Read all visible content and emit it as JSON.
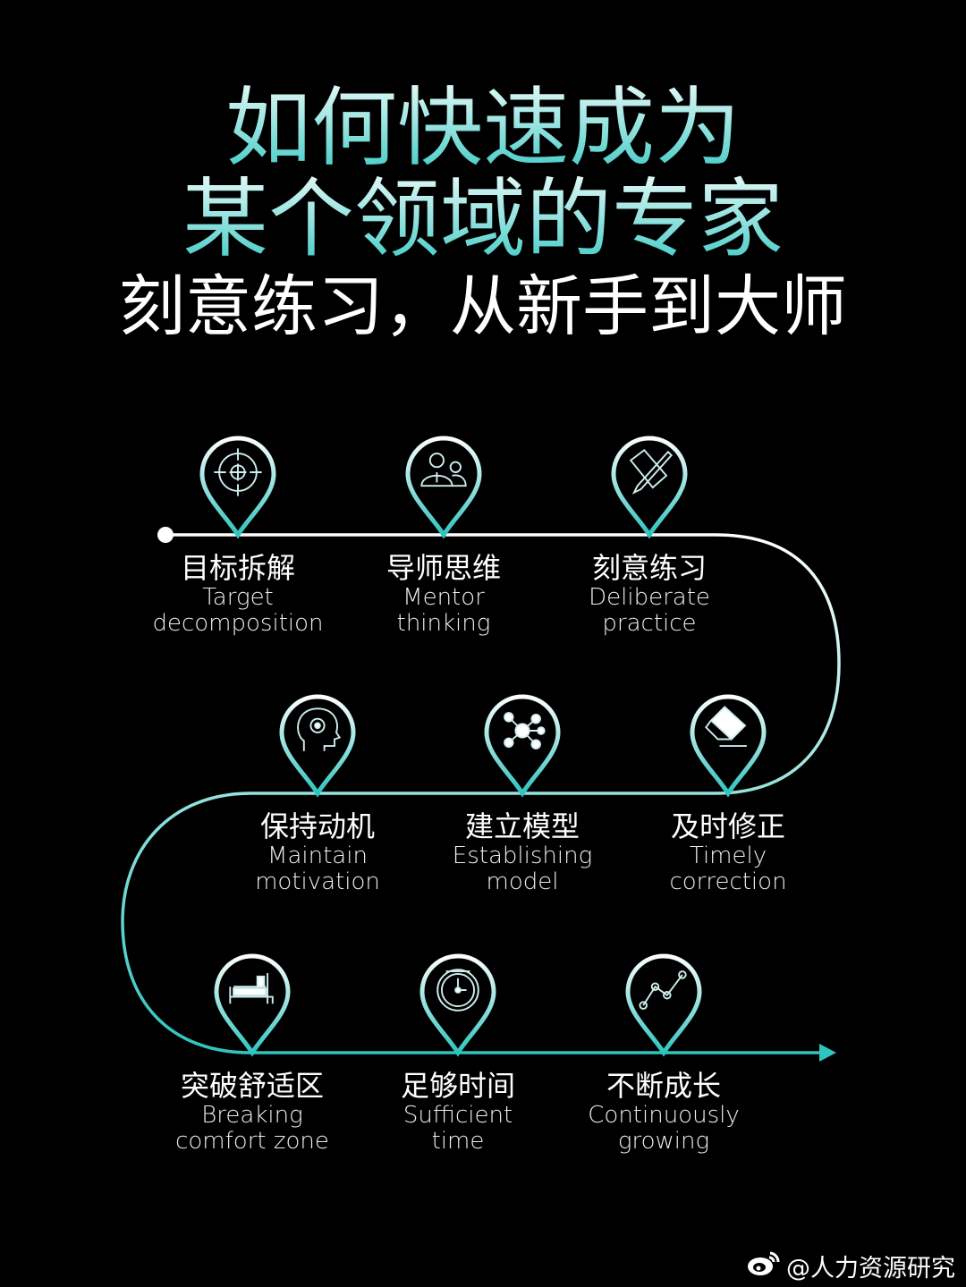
{
  "title": {
    "line1": "如何快速成为",
    "line2": "某个领域的专家",
    "line3": "刻意练习，从新手到大师"
  },
  "colors": {
    "accent": "#3cc9c4",
    "path_top": "#ffffff",
    "background": "#000000"
  },
  "steps": [
    {
      "zh": "目标拆解",
      "en1": "Target",
      "en2": "decomposition",
      "icon": "target-icon"
    },
    {
      "zh": "导师思维",
      "en1": "Mentor",
      "en2": "thinking",
      "icon": "mentor-icon"
    },
    {
      "zh": "刻意练习",
      "en1": "Deliberate",
      "en2": "practice",
      "icon": "pen-paper-icon"
    },
    {
      "zh": "保持动机",
      "en1": "Maintain",
      "en2": "motivation",
      "icon": "head-gear-icon"
    },
    {
      "zh": "建立模型",
      "en1": "Establishing",
      "en2": "model",
      "icon": "network-icon"
    },
    {
      "zh": "及时修正",
      "en1": "Timely",
      "en2": "correction",
      "icon": "eraser-icon"
    },
    {
      "zh": "突破舒适区",
      "en1": "Breaking",
      "en2": "comfort zone",
      "icon": "bed-icon"
    },
    {
      "zh": "足够时间",
      "en1": "Sufficient",
      "en2": "time",
      "icon": "clock-icon"
    },
    {
      "zh": "不断成长",
      "en1": "Continuously",
      "en2": "growing",
      "icon": "growth-chart-icon"
    }
  ],
  "watermark": {
    "text": "@人力资源研究",
    "icon": "weibo-icon"
  }
}
